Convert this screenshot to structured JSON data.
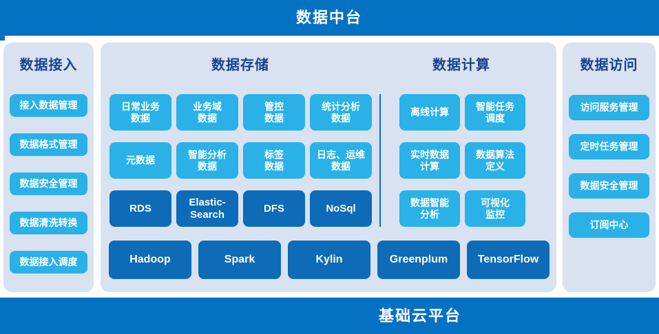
{
  "colors": {
    "banner_blue": "#0571C3",
    "panel_background": "#D8E2F1",
    "chip_cyan": "#29B1E8",
    "chip_dark_blue": "#0D6BB8",
    "header_text": "#19418F",
    "chip_text": "#FFFFFF",
    "divider": "#0A70C4"
  },
  "top_banner": {
    "title": "数据中台"
  },
  "bottom_banner": {
    "title": "基础云平台"
  },
  "left_panel": {
    "title": "数据接入",
    "items": [
      "接入数据管理",
      "数据格式管理",
      "数据安全管理",
      "数据清洗转换",
      "数据接入调度"
    ]
  },
  "center_panel": {
    "storage": {
      "title": "数据存储",
      "row1": [
        "日常业务\n数据",
        "业务域\n数据",
        "管控\n数据",
        "统计分析\n数据"
      ],
      "row2": [
        "元数据",
        "智能分析\n数据",
        "标签\n数据",
        "日志、运维\n数据"
      ],
      "row3": [
        "RDS",
        "Elastic-\nSearch",
        "DFS",
        "NoSql"
      ]
    },
    "compute": {
      "title": "数据计算",
      "row1": [
        "离线计算",
        "智能任务\n调度"
      ],
      "row2": [
        "实时数据\n计算",
        "数据算法\n定义"
      ],
      "row3": [
        "数据智能\n分析",
        "可视化\n监控"
      ]
    },
    "bottom_row": [
      "Hadoop",
      "Spark",
      "Kylin",
      "Greenplum",
      "TensorFlow"
    ]
  },
  "right_panel": {
    "title": "数据访问",
    "items": [
      "访问服务管理",
      "定时任务管理",
      "数据安全管理",
      "订阅中心"
    ]
  }
}
